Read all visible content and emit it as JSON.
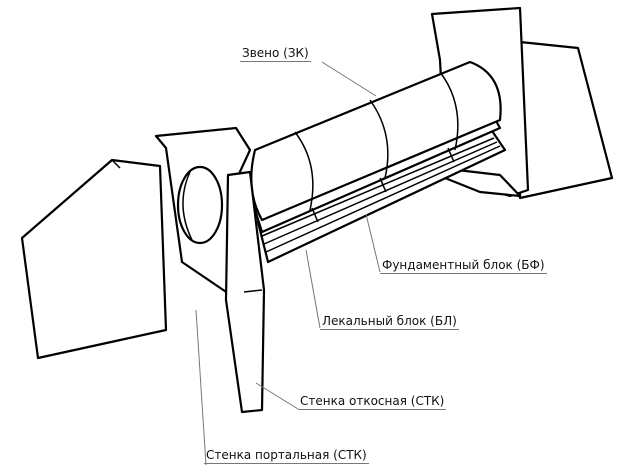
{
  "labels": {
    "link": "Звено (ЗК)",
    "foundation_block": "Фундаментный блок (БФ)",
    "pattern_block": "Лекальный блок (БЛ)",
    "slope_wall": "Стенка откосная (СТК)",
    "portal_wall": "Стенка портальная (СТК)"
  }
}
